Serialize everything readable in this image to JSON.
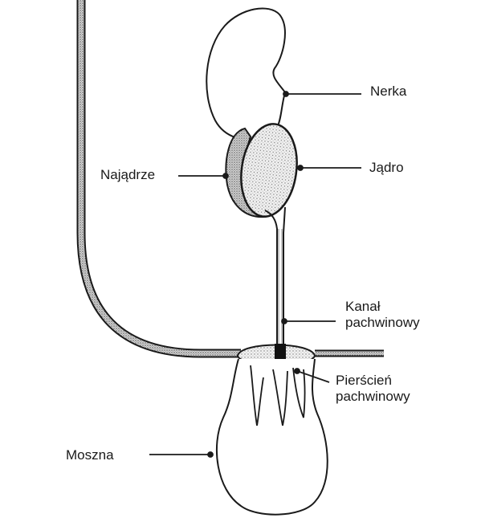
{
  "labels": {
    "nerka": "Nerka",
    "jadro": "Jądro",
    "najadrze": "Najądrze",
    "kanal_line1": "Kanał",
    "kanal_line2": "pachwinowy",
    "pierscien_line1": "Pierścień",
    "pierscien_line2": "pachwinowy",
    "moszna": "Moszna"
  },
  "colors": {
    "ink": "#1a1a1a",
    "stipple": "#7a7a7a",
    "testis_fill": "#e9e9e9",
    "epididymis_fill": "#cfcfcf",
    "background": "#ffffff"
  }
}
